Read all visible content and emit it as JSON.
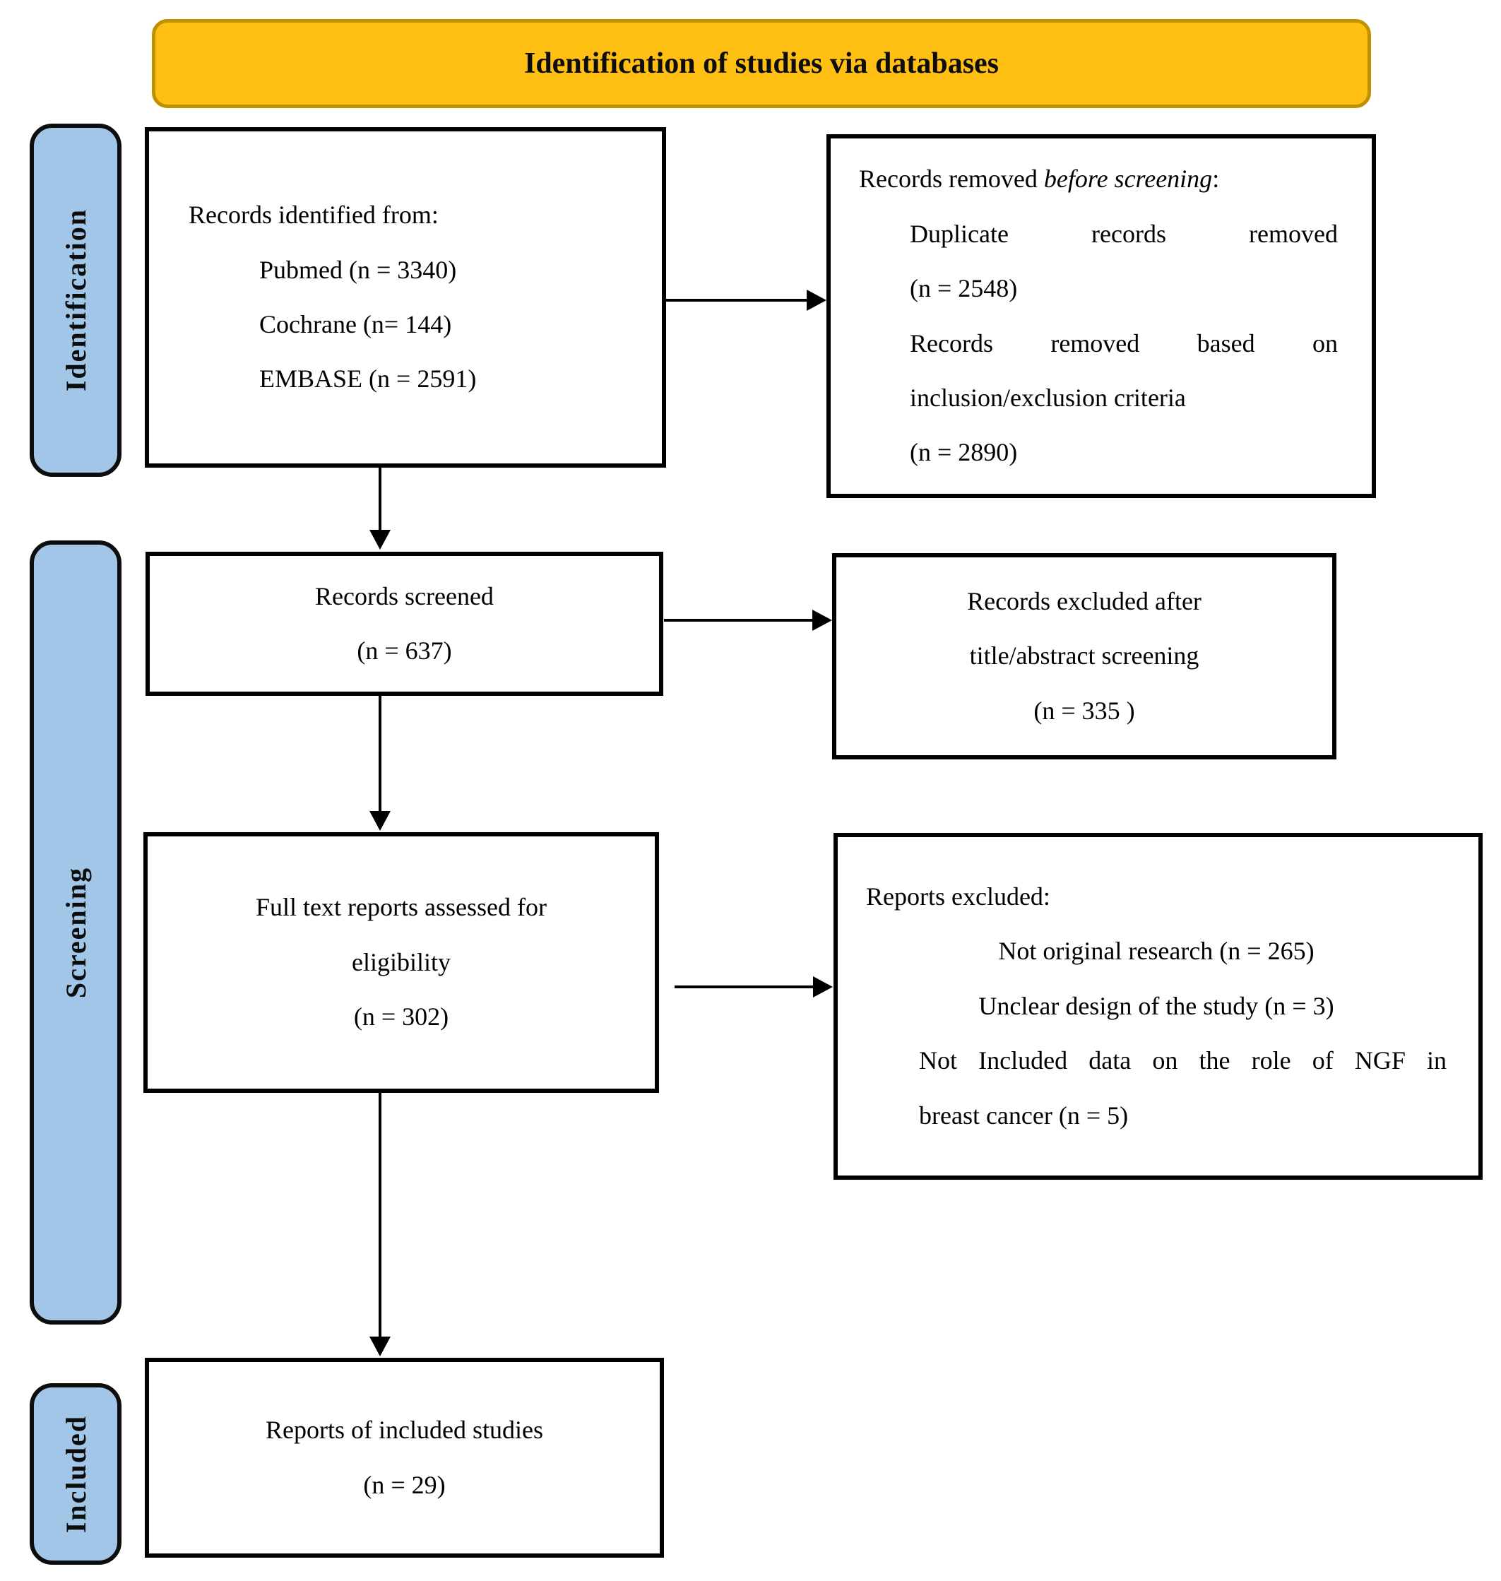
{
  "figure": {
    "title": "Identification of studies via databases"
  },
  "stages": {
    "identification": "Identification",
    "screening": "Screening",
    "included": "Included"
  },
  "boxes": {
    "identified": {
      "header": "Records identified from:",
      "lines": [
        "Pubmed (n = 3340)",
        "Cochrane (n= 144)",
        "EMBASE (n = 2591)"
      ]
    },
    "removed_before_screening": {
      "header_prefix": "Records removed ",
      "header_italic": "before screening",
      "header_suffix": ":",
      "lines": [
        "Duplicate records removed",
        "(n = 2548)",
        "Records removed based on",
        "inclusion/exclusion criteria",
        "(n = 2890)"
      ]
    },
    "screened": {
      "lines": [
        "Records screened",
        "(n = 637)"
      ]
    },
    "excluded_after_screening": {
      "lines": [
        "Records excluded after",
        "title/abstract screening",
        "(n = 335 )"
      ]
    },
    "fulltext_assessed": {
      "lines": [
        "Full text reports assessed for",
        "eligibility",
        "(n = 302)"
      ]
    },
    "reports_excluded": {
      "header": "Reports excluded:",
      "lines": [
        "Not original research (n = 265)",
        "Unclear design of the study (n = 3)",
        "Not Included data on the role of NGF in",
        "breast cancer (n = 5)"
      ]
    },
    "included_reports": {
      "lines": [
        "Reports of included studies",
        "(n = 29)"
      ]
    }
  },
  "colors": {
    "banner_fill": "#FFC013",
    "banner_border": "#BF9000",
    "stage_fill": "#A2C6E8",
    "line_color": "#000000"
  }
}
